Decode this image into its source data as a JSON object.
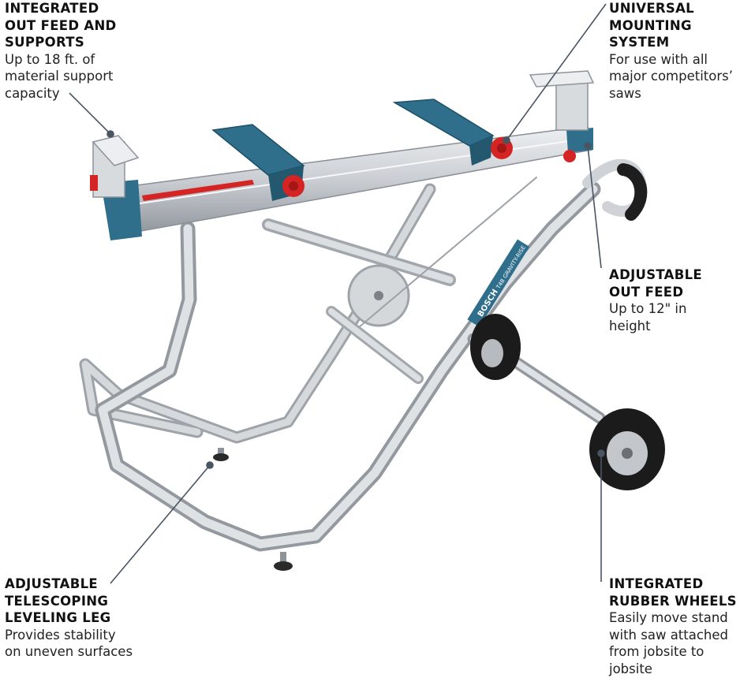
{
  "callouts": {
    "outfeed_supports": {
      "title": "INTEGRATED\nOUT FEED AND\nSUPPORTS",
      "desc": "Up to 18 ft. of\nmaterial support\ncapacity"
    },
    "mounting": {
      "title": "UNIVERSAL\nMOUNTING\nSYSTEM",
      "desc": "For use with all\nmajor competitors’\nsaws"
    },
    "adjustable_outfeed": {
      "title": "ADJUSTABLE\nOUT FEED",
      "desc": "Up to 12\" in\nheight"
    },
    "leveling_leg": {
      "title": "ADJUSTABLE\nTELESCOPING\nLEVELING LEG",
      "desc": "Provides stability\non uneven surfaces"
    },
    "wheels": {
      "title": "INTEGRATED\nRUBBER WHEELS",
      "desc": "Easily move stand\nwith saw attached\nfrom jobsite to\njobsite"
    }
  },
  "product": {
    "brand_text": "BOSCH",
    "model_text": "T4B GRAVITY-RISE"
  },
  "colors": {
    "frame": "#c9ccd0",
    "frame_shadow": "#9a9ea4",
    "blue": "#2f6f8c",
    "red": "#d42424",
    "leader": "#4a5563",
    "tire": "#1b1b1b"
  }
}
